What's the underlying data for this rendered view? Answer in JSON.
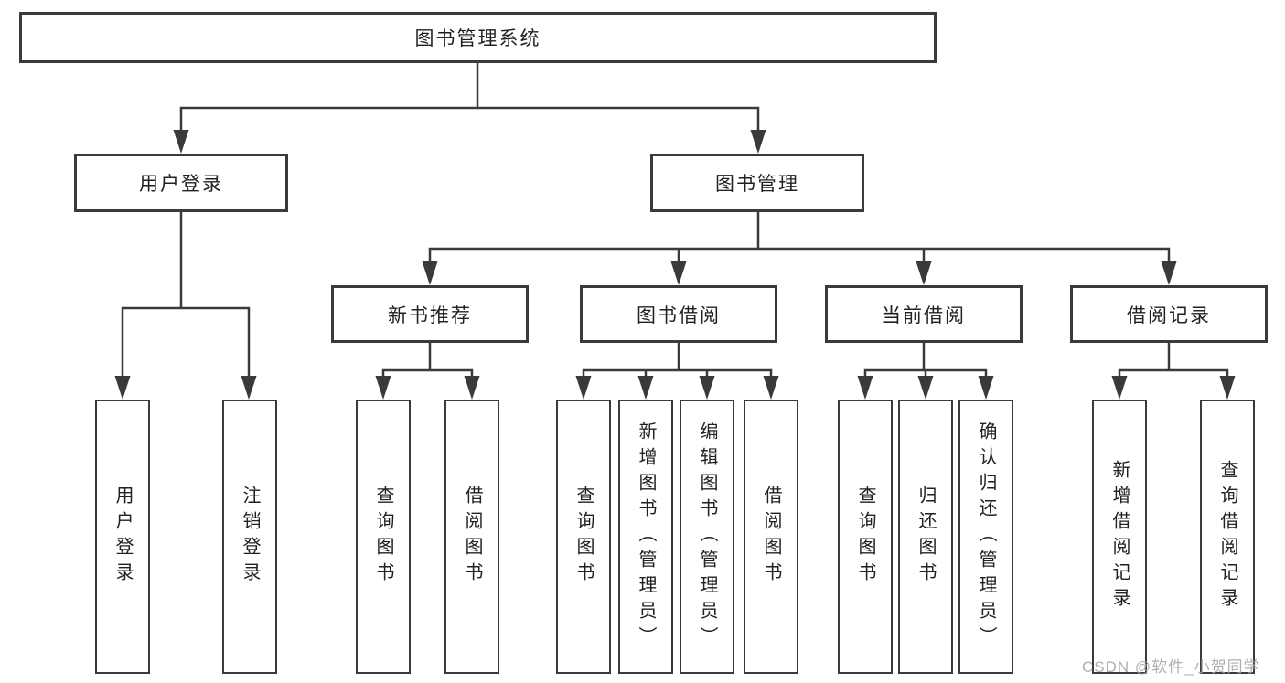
{
  "colors": {
    "line": "#3a3a3a",
    "text": "#212121",
    "box_background": "#ffffff",
    "watermark": "#a6a6ad"
  },
  "tree": {
    "root": {
      "label": "图书管理系统",
      "children": [
        {
          "label": "用户登录",
          "children": [
            {
              "label": "用户登录"
            },
            {
              "label": "注销登录"
            }
          ]
        },
        {
          "label": "图书管理",
          "children": [
            {
              "label": "新书推荐",
              "children": [
                {
                  "label": "查询图书"
                },
                {
                  "label": "借阅图书"
                }
              ]
            },
            {
              "label": "图书借阅",
              "children": [
                {
                  "label": "查询图书"
                },
                {
                  "label": "新增图书（管理员）"
                },
                {
                  "label": "编辑图书（管理员）"
                },
                {
                  "label": "借阅图书"
                }
              ]
            },
            {
              "label": "当前借阅",
              "children": [
                {
                  "label": "查询图书"
                },
                {
                  "label": "归还图书"
                },
                {
                  "label": "确认归还（管理员）"
                }
              ]
            },
            {
              "label": "借阅记录",
              "children": [
                {
                  "label": "新增借阅记录"
                },
                {
                  "label": "查询借阅记录"
                }
              ]
            }
          ]
        }
      ]
    }
  },
  "watermark": {
    "text": "CSDN @软件_小贺同学"
  }
}
